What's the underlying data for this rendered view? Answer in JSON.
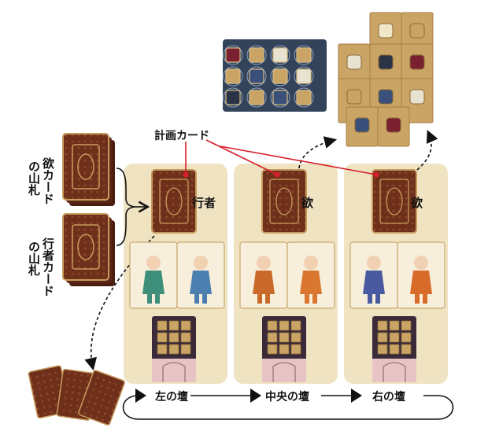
{
  "labels": {
    "plan_card": "計画カード",
    "desire_deck_line1": "欲カード",
    "desire_deck_line2": "の山札",
    "traveler_deck_line1": "行者カード",
    "traveler_deck_line2": "の山札"
  },
  "columns": [
    {
      "card_label": "行者",
      "altar": "左の壇"
    },
    {
      "card_label": "欲",
      "altar": "中央の壇"
    },
    {
      "card_label": "欲",
      "altar": "右の壇"
    }
  ],
  "colors": {
    "panel": "#efe3c2",
    "card_back": "#6e2f1b",
    "card_trim": "#c79b5e",
    "connector_red": "#d81e2a",
    "board": "#33435a",
    "tile": "#c9a465"
  }
}
